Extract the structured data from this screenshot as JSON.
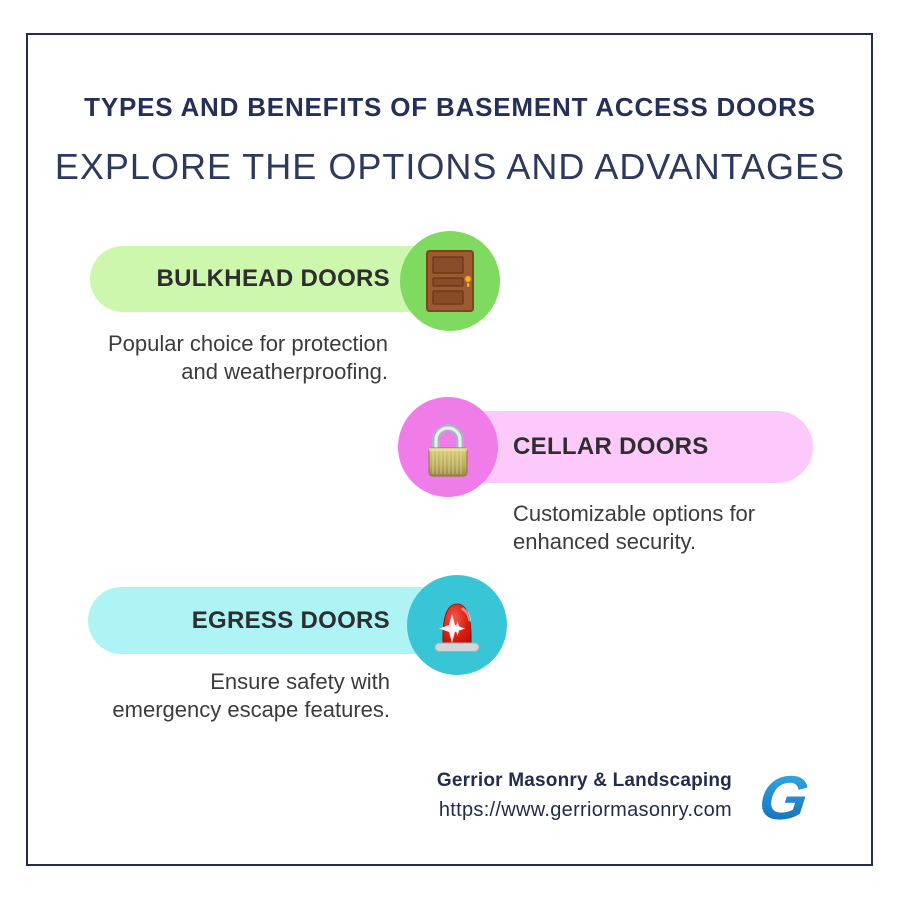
{
  "page": {
    "title": "TYPES AND BENEFITS OF BASEMENT ACCESS DOORS",
    "subtitle": "EXPLORE THE OPTIONS AND ADVANTAGES"
  },
  "items": [
    {
      "label": "BULKHEAD DOORS",
      "desc": [
        "Popular choice for protection",
        "and weatherproofing."
      ],
      "icon": "door-icon",
      "pill_color": "#ccf7ad",
      "circle_color": "#7edb5f",
      "align": "left"
    },
    {
      "label": "CELLAR DOORS",
      "desc": [
        "Customizable options for",
        "enhanced security."
      ],
      "icon": "padlock-icon",
      "pill_color": "#fdc9fa",
      "circle_color": "#ef7ce9",
      "align": "right"
    },
    {
      "label": "EGRESS DOORS",
      "desc": [
        "Ensure safety with",
        "emergency escape features."
      ],
      "icon": "siren-icon",
      "pill_color": "#aef4f4",
      "circle_color": "#38c5d6",
      "align": "left"
    }
  ],
  "footer": {
    "company": "Gerrior Masonry & Landscaping",
    "url": "https://www.gerriormasonry.com",
    "logo_letter": "G"
  },
  "colors": {
    "border_navy": "#232e4e",
    "title_navy": "#25305a",
    "subtitle_navy": "#2d3a5e",
    "body_text": "#3c3c3c",
    "label_text": "#2e2e2e",
    "green_light": "#ccf7ad",
    "green": "#7edb5f",
    "pink_light": "#fdc9fa",
    "pink": "#ef7ce9",
    "cyan_light": "#aef4f4",
    "teal": "#38c5d6",
    "logo_blue_top": "#35b1e8",
    "logo_blue_bottom": "#1167b1"
  }
}
